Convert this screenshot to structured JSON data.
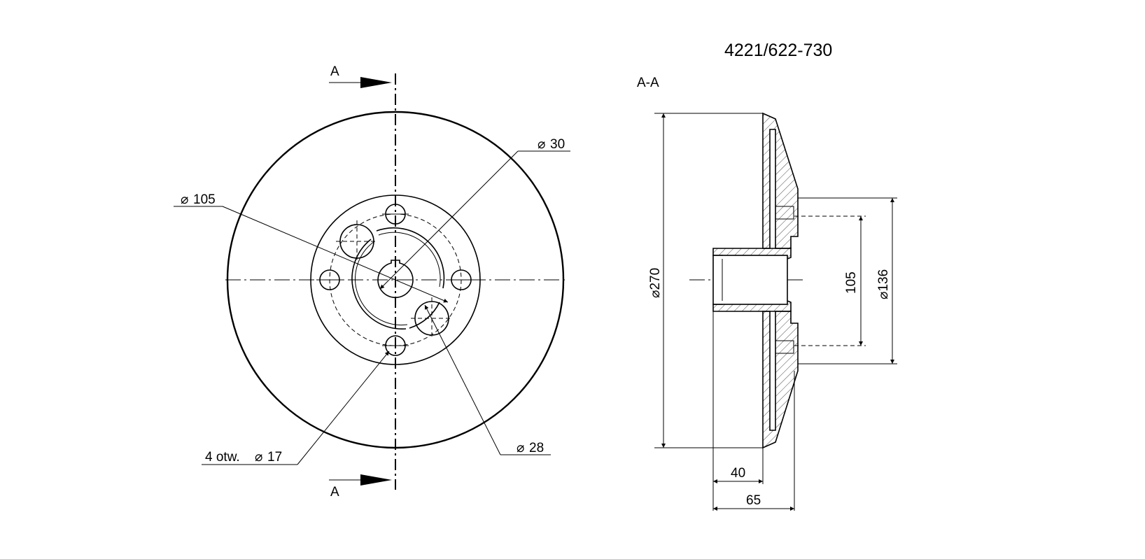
{
  "drawing": {
    "part_number": "4221/622-730",
    "section_title": "A-A",
    "section_mark_top": "A",
    "section_mark_bottom": "A"
  },
  "front_view": {
    "label_d105": "105",
    "label_d30": "30",
    "label_holes": "4 otw.",
    "label_holes_dia": "17",
    "label_d28": "28",
    "diameter_symbol": "⌀"
  },
  "section_view": {
    "dim_270": "270",
    "dim_105": "105",
    "dim_136": "136",
    "dim_40": "40",
    "dim_65": "65"
  }
}
